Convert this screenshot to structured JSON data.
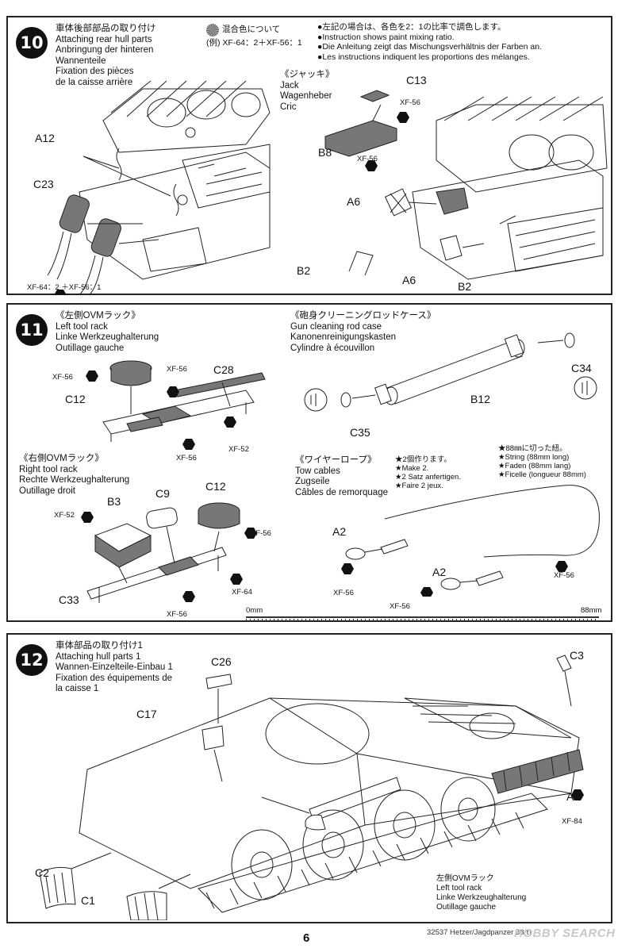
{
  "step10": {
    "number": "10",
    "title_jp": "車体後部部品の取り付け",
    "title_en": "Attaching rear hull parts",
    "title_de1": "Anbringung der hinteren",
    "title_de2": "Wannenteile",
    "title_fr1": "Fixation des pièces",
    "title_fr2": "de la caisse arrière",
    "mix_jp": "混合色について",
    "mix_example": "(例) XF-64：2＋XF-56：1",
    "notes": [
      "●左記の場合は、各色を2：1の比率で調色します。",
      "●Instruction shows paint mixing ratio.",
      "●Die Anleitung zeigt das Mischungsverhältnis der Farben an.",
      "●Les instructions indiquent les proportions des mélanges."
    ],
    "jack_jp": "《ジャッキ》",
    "jack_en": "Jack",
    "jack_de": "Wagenheber",
    "jack_fr": "Cric",
    "parts": {
      "a12": "A12",
      "c23": "C23",
      "c13": "C13",
      "b8": "B8",
      "a6_top": "A6",
      "a6_bottom": "A6",
      "b2_left": "B2",
      "b2_right": "B2"
    },
    "paints": {
      "mix": "XF-64：2 ＋XF-56：1",
      "c13": "XF-56",
      "b8": "XF-56"
    }
  },
  "step11": {
    "number": "11",
    "left_rack_jp": "《左側OVMラック》",
    "left_rack_en": "Left tool rack",
    "left_rack_de": "Linke Werkzeughalterung",
    "left_rack_fr": "Outillage gauche",
    "gun_case_jp": "《砲身クリーニングロッドケース》",
    "gun_case_en": "Gun cleaning rod case",
    "gun_case_de": "Kanonenreinigungskasten",
    "gun_case_fr": "Cylindre à écouvillon",
    "right_rack_jp": "《右側OVMラック》",
    "right_rack_en": "Right tool rack",
    "right_rack_de": "Rechte Werkzeughalterung",
    "right_rack_fr": "Outillage droit",
    "tow_jp": "《ワイヤーロープ》",
    "tow_en": "Tow cables",
    "tow_de": "Zugseile",
    "tow_fr": "Câbles de remorquage",
    "make2": [
      "★2個作ります。",
      "★Make 2.",
      "★2 Satz anfertigen.",
      "★Faire 2 jeux."
    ],
    "string": [
      "★88㎜に切った紐。",
      "★String (88mm long)",
      "★Faden (88mm lang)",
      "★Ficelle (longueur 88mm)"
    ],
    "ruler_start": "0mm",
    "ruler_end": "88mm",
    "parts": {
      "c12_top": "C12",
      "c28": "C28",
      "c34": "C34",
      "b12": "B12",
      "c35": "C35",
      "b3": "B3",
      "c9": "C9",
      "c12_bottom": "C12",
      "c33": "C33",
      "a2_top": "A2",
      "a2_bottom": "A2"
    },
    "paints": {
      "p1": "XF-56",
      "p2": "XF-56",
      "p3": "XF-56",
      "p4": "XF-52",
      "p5": "XF-52",
      "p6": "XF-56",
      "p7": "XF-64",
      "p8": "XF-56",
      "p9": "XF-56",
      "p10": "XF-56",
      "p11": "XF-56"
    }
  },
  "step12": {
    "number": "12",
    "title_jp": "車体部品の取り付け1",
    "title_en": "Attaching hull parts 1",
    "title_de": "Wannen-Einzelteile-Einbau 1",
    "title_fr1": "Fixation des équipements de",
    "title_fr2": "la caisse 1",
    "parts": {
      "c26": "C26",
      "c3": "C3",
      "c17": "C17",
      "a1": "A1",
      "c2": "C2",
      "c1": "C1"
    },
    "paint_a1": "XF-84",
    "rack_jp": "左側OVMラック",
    "rack_en": "Left tool rack",
    "rack_de": "Linke Werkzeughalterung",
    "rack_fr": "Outillage gauche"
  },
  "footer": {
    "page": "6",
    "code": "32537 Hetzer/Jagdpanzer 38(t)",
    "watermark": "HOBBY SEARCH"
  }
}
